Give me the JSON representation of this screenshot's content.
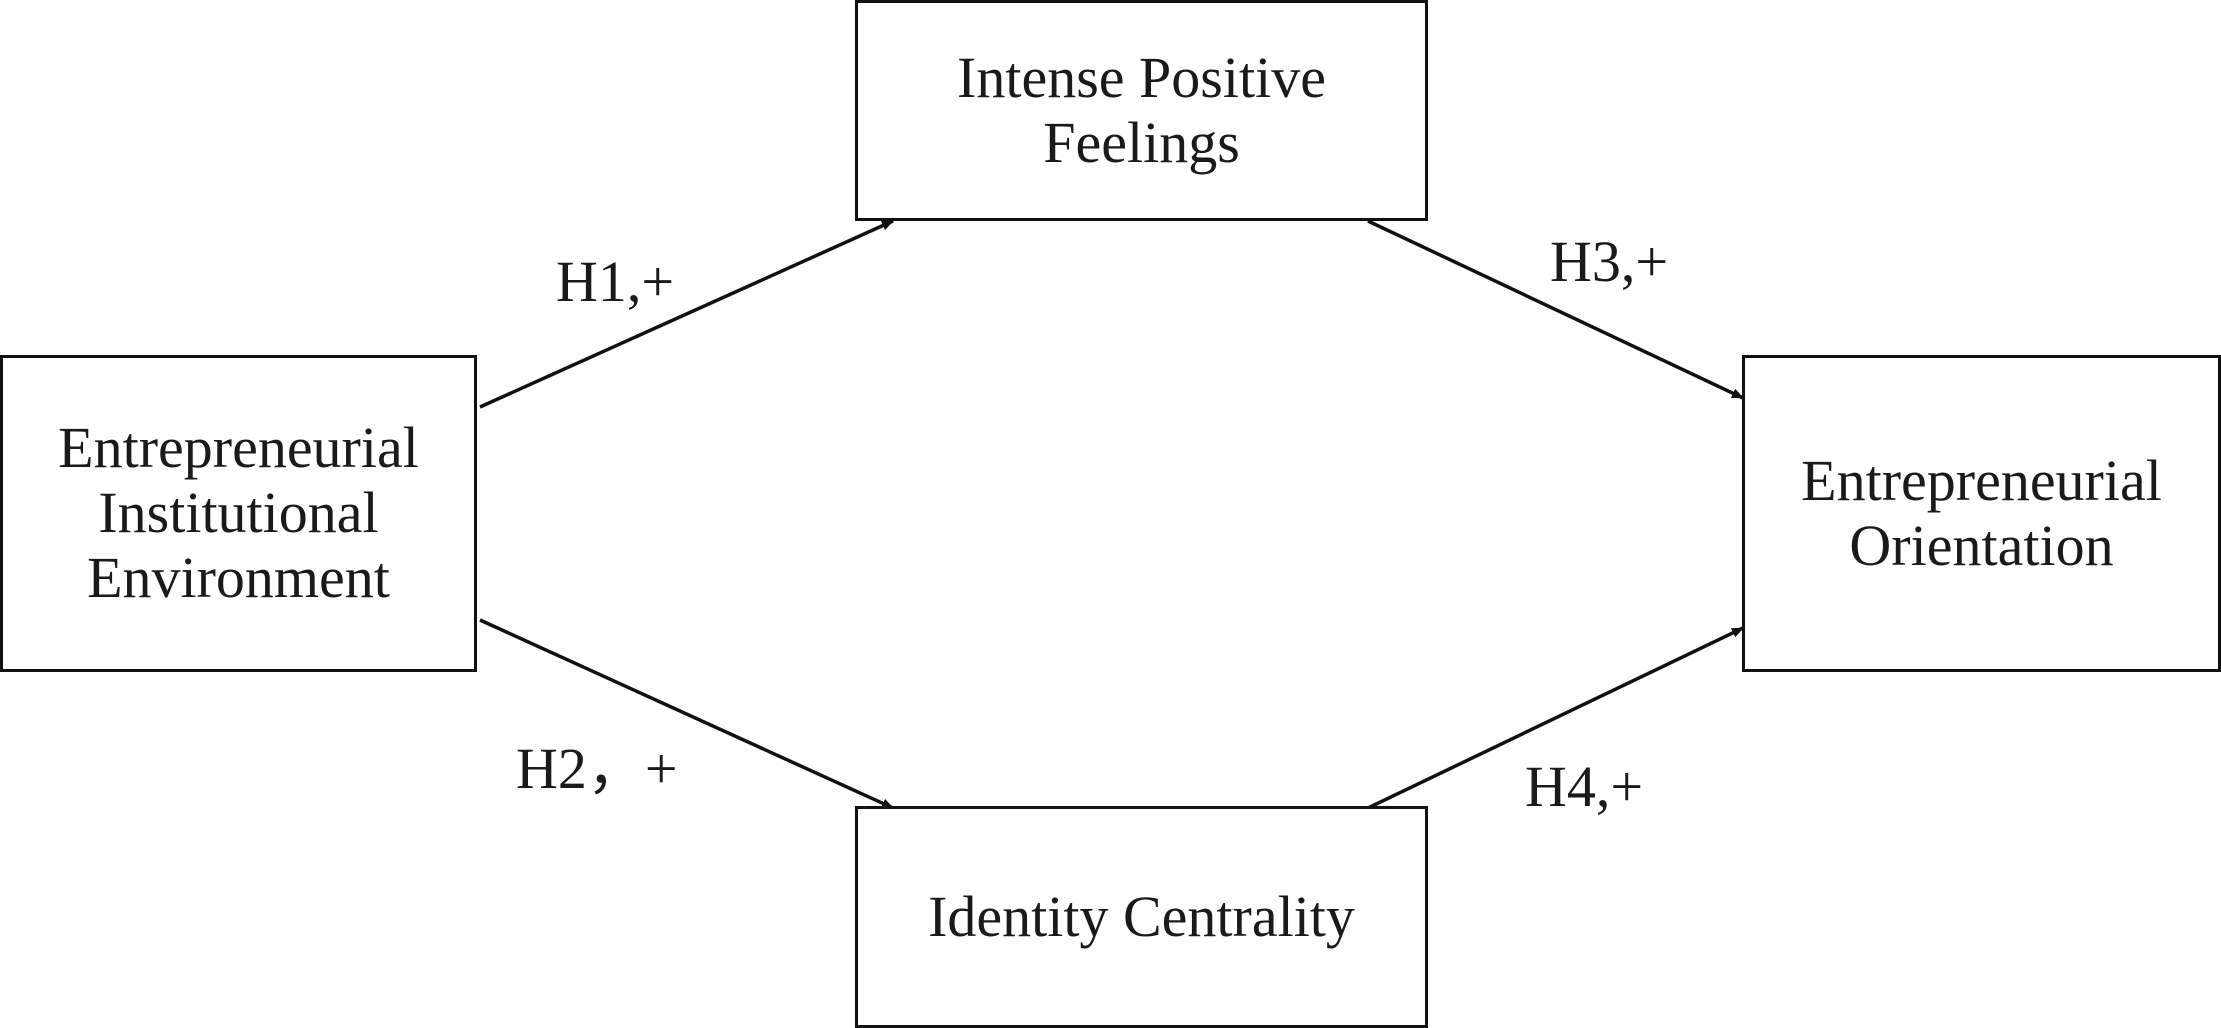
{
  "diagram": {
    "nodes": {
      "institutional_environment": {
        "label": "Entrepreneurial\nInstitutional\nEnvironment"
      },
      "positive_feelings": {
        "label": "Intense Positive\nFeelings"
      },
      "identity_centrality": {
        "label": "Identity Centrality"
      },
      "entrepreneurial_orientation": {
        "label": "Entrepreneurial\nOrientation"
      }
    },
    "edges": [
      {
        "from": "institutional_environment",
        "to": "positive_feelings",
        "label": "H1,+"
      },
      {
        "from": "institutional_environment",
        "to": "identity_centrality",
        "label": "H2，+"
      },
      {
        "from": "positive_feelings",
        "to": "entrepreneurial_orientation",
        "label": "H3,+"
      },
      {
        "from": "identity_centrality",
        "to": "entrepreneurial_orientation",
        "label": "H4,+"
      }
    ]
  }
}
